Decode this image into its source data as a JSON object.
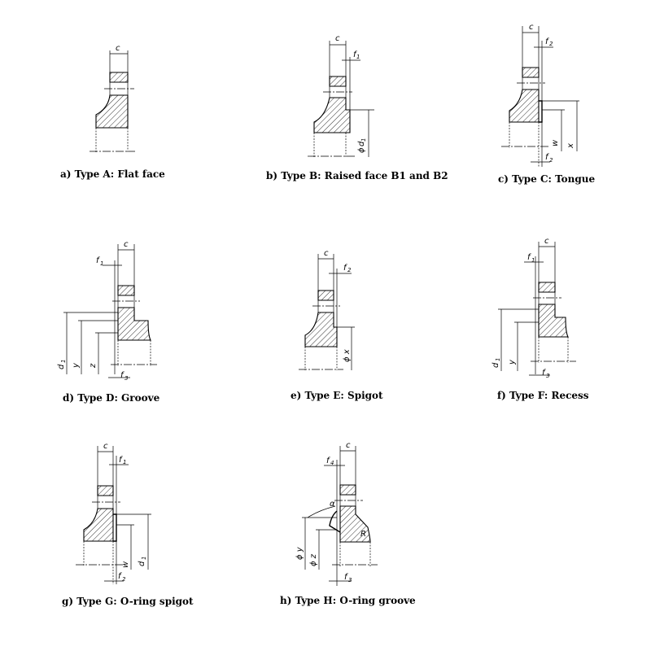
{
  "figures": [
    {
      "id": "a",
      "caption": "a) Type A: Flat face",
      "labels": [
        "c"
      ]
    },
    {
      "id": "b",
      "caption": "b) Type B: Raised face B1 and B2",
      "labels": [
        "c",
        "f",
        "1",
        "ϕ",
        "d",
        "1"
      ]
    },
    {
      "id": "c",
      "caption": "c) Type C: Tongue",
      "labels": [
        "c",
        "f",
        "2",
        "w",
        "x",
        "f",
        "2"
      ]
    },
    {
      "id": "d",
      "caption": "d) Type D: Groove",
      "labels": [
        "c",
        "f",
        "1",
        "d",
        "1",
        "y",
        "z",
        "f",
        "3"
      ]
    },
    {
      "id": "e",
      "caption": "e) Type E: Spigot",
      "labels": [
        "c",
        "f",
        "2",
        "ϕ x"
      ]
    },
    {
      "id": "f",
      "caption": "f) Type F: Recess",
      "labels": [
        "c",
        "f",
        "1",
        "d",
        "1",
        "y",
        "f",
        "3"
      ]
    },
    {
      "id": "g",
      "caption": "g) Type G: O-ring spigot",
      "labels": [
        "c",
        "f",
        "1",
        "w",
        "d",
        "1",
        "f",
        "2"
      ]
    },
    {
      "id": "h",
      "caption": "h) Type H: O-ring groove",
      "labels": [
        "c",
        "f",
        "4",
        "α",
        "ϕ y",
        "ϕ z",
        "R",
        "f",
        "3"
      ]
    }
  ]
}
